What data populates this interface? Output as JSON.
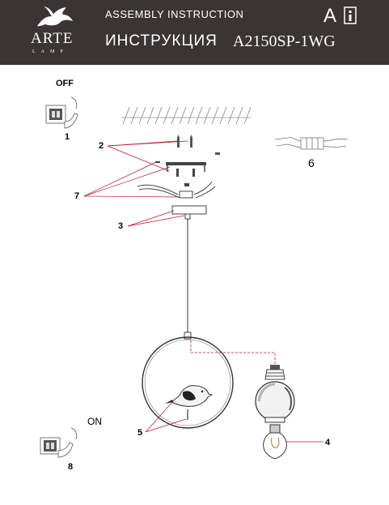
{
  "header": {
    "brand": "ARTE",
    "brand_sub": "LAMP",
    "title_en": "ASSEMBLY INSTRUCTION",
    "title_ru": "ИНСТРУКЦИЯ",
    "model": "A2150SP-1WG",
    "lang_letter": "A"
  },
  "labels": {
    "off": "OFF",
    "on": "ON",
    "step1": "1",
    "step2": "2",
    "step3": "3",
    "step4": "4",
    "step5": "5",
    "step6": "6",
    "step7": "7",
    "step8": "8"
  },
  "colors": {
    "header_bg": "#3a3434",
    "leader": "#b31c2a",
    "line": "#333333"
  }
}
